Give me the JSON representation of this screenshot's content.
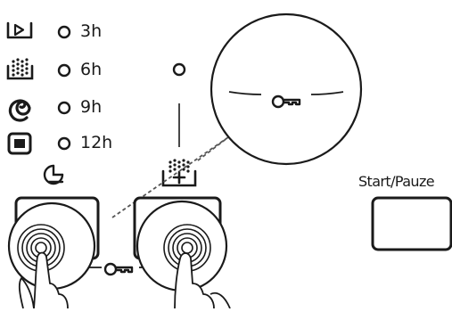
{
  "timer_options": [
    {
      "label": "3h",
      "icon": "programme-start-icon"
    },
    {
      "label": "6h",
      "icon": "dots-grid-icon"
    },
    {
      "label": "9h",
      "icon": "spiral-icon"
    },
    {
      "label": "12h",
      "icon": "square-stop-icon"
    }
  ],
  "start_pause_label": "Start/Pauze",
  "icons": {
    "delay": "delay-timer-icon",
    "extra": "extra-rinse-icon",
    "key": "key-icon",
    "finger": "finger-press-icon"
  }
}
